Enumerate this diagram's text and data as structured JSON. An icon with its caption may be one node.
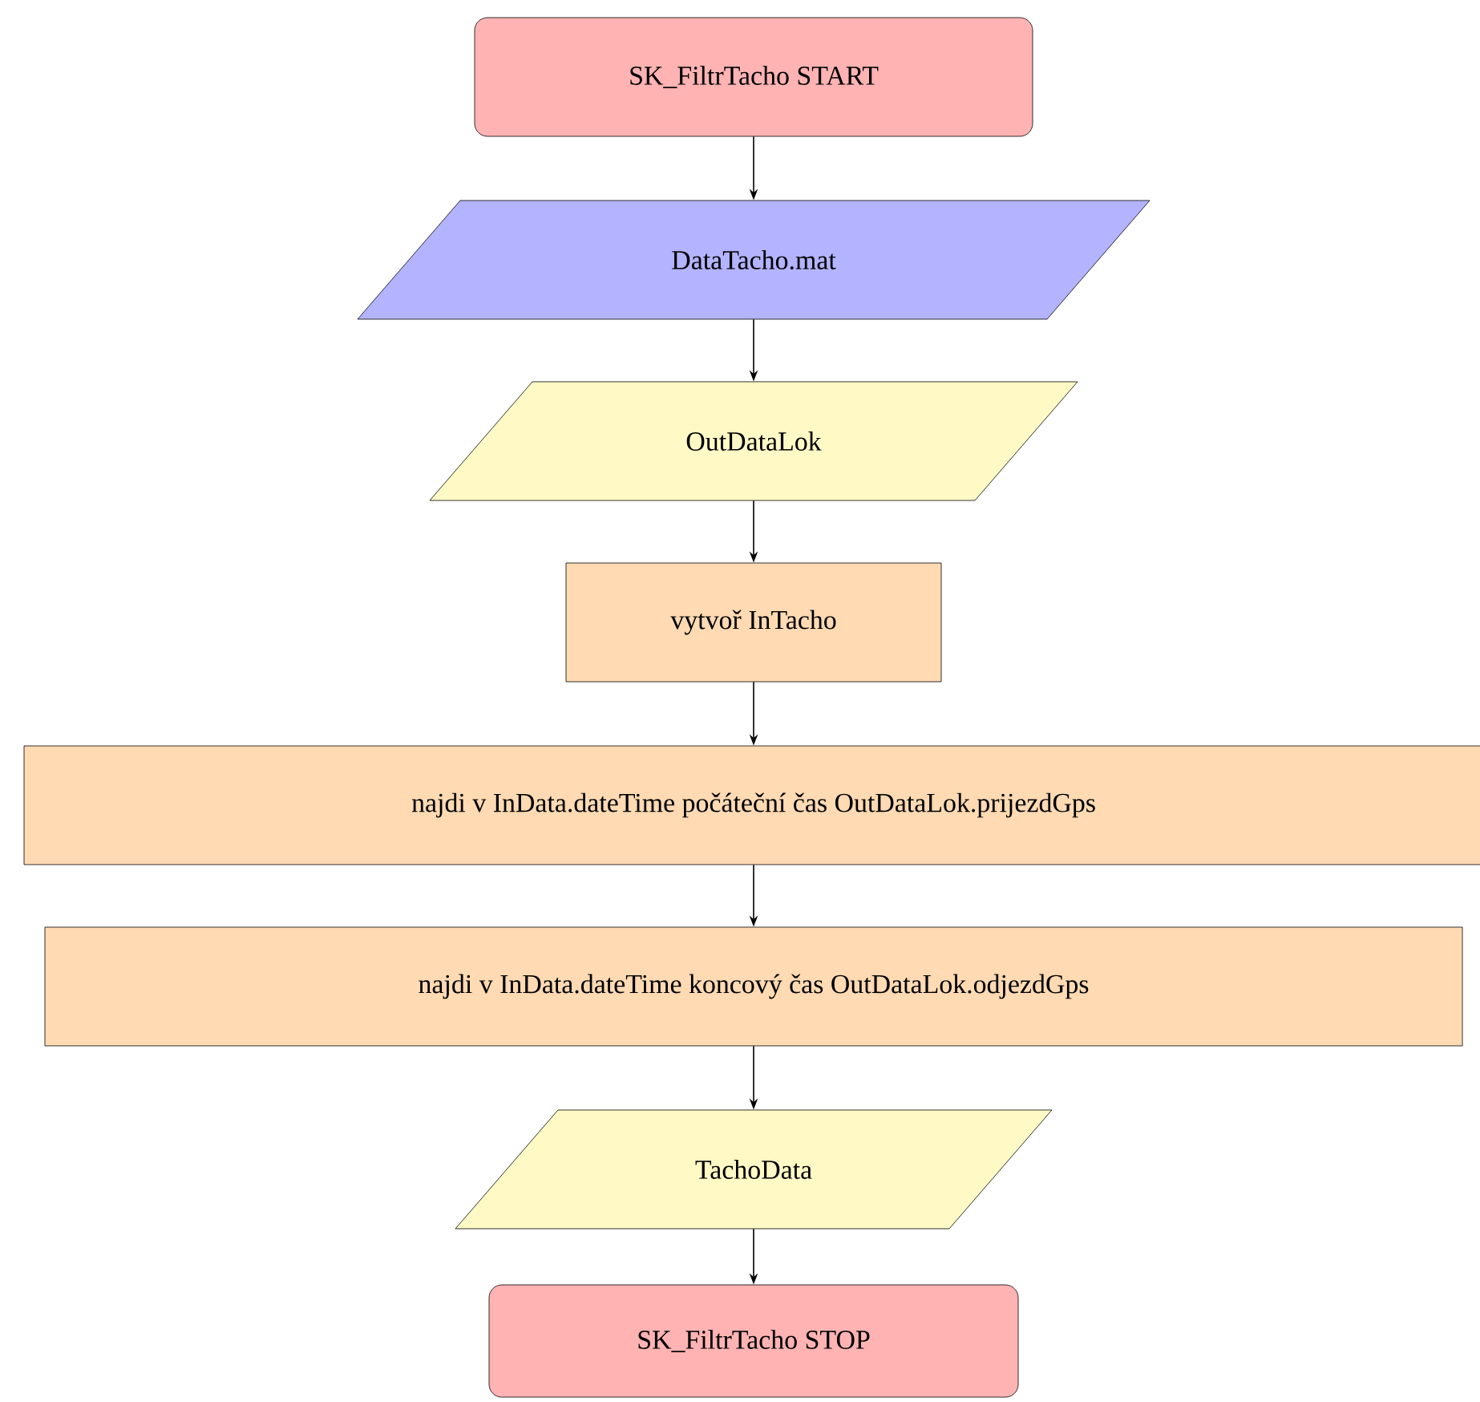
{
  "diagram": {
    "nodes": [
      {
        "text": [
          "SK_FiltrTacho START"
        ]
      },
      {
        "text": [
          "DataTacho.mat"
        ]
      },
      {
        "text": [
          "OutDataLok"
        ]
      },
      {
        "text": [
          "vytvoř InTacho"
        ]
      },
      {
        "text": [
          "najdi v InData.dateTime počáteční čas OutDataLok.prijezdGps"
        ]
      },
      {
        "text": [
          "najdi v InData.dateTime koncový čas OutDataLok.odjezdGps"
        ]
      },
      {
        "text": [
          "TachoData"
        ]
      },
      {
        "text": [
          "SK_FiltrTacho STOP"
        ]
      }
    ],
    "edges": [
      {
        "from": 0,
        "to": 1,
        "arrow": "to"
      },
      {
        "from": 1,
        "to": 2,
        "arrow": "to"
      },
      {
        "from": 2,
        "to": 3,
        "arrow": "to"
      },
      {
        "from": 3,
        "to": 4,
        "arrow": "to"
      },
      {
        "from": 4,
        "to": 5,
        "arrow": "to"
      },
      {
        "from": 5,
        "to": 6,
        "arrow": "to"
      },
      {
        "from": 6,
        "to": 7,
        "arrow": "to"
      }
    ]
  }
}
